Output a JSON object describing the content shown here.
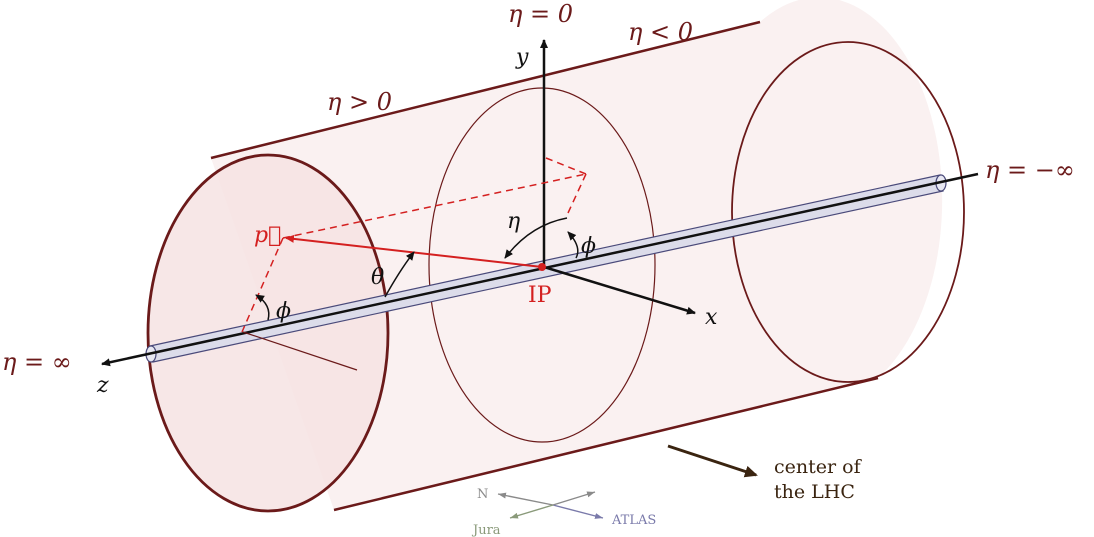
{
  "diagram": {
    "eta_labels": {
      "top_zero": "η = 0",
      "positive": "η > 0",
      "negative": "η < 0",
      "minus_infinity": "η = −∞",
      "plus_infinity": "η = ∞"
    },
    "axes": {
      "x": "x",
      "y": "y",
      "z": "z"
    },
    "angles": {
      "eta": "η",
      "theta": "θ",
      "phi_left": "ϕ",
      "phi_center": "ϕ"
    },
    "momentum_label": "p⃗",
    "ip_label": "IP",
    "lhc_note": {
      "line1": "center of",
      "line2": "the LHC"
    },
    "compass": {
      "north": "N",
      "jura": "Jura",
      "atlas": "ATLAS"
    },
    "colors": {
      "cylinder_stroke": "#6b1a1a",
      "cylinder_fill": "#f7e9e9",
      "momentum_red": "#d42020",
      "compass_jura": "#8a9a7a",
      "compass_atlas": "#7a7aaa",
      "compass_north": "#8a8a8a",
      "lhc_arrow": "#3a2410"
    }
  }
}
